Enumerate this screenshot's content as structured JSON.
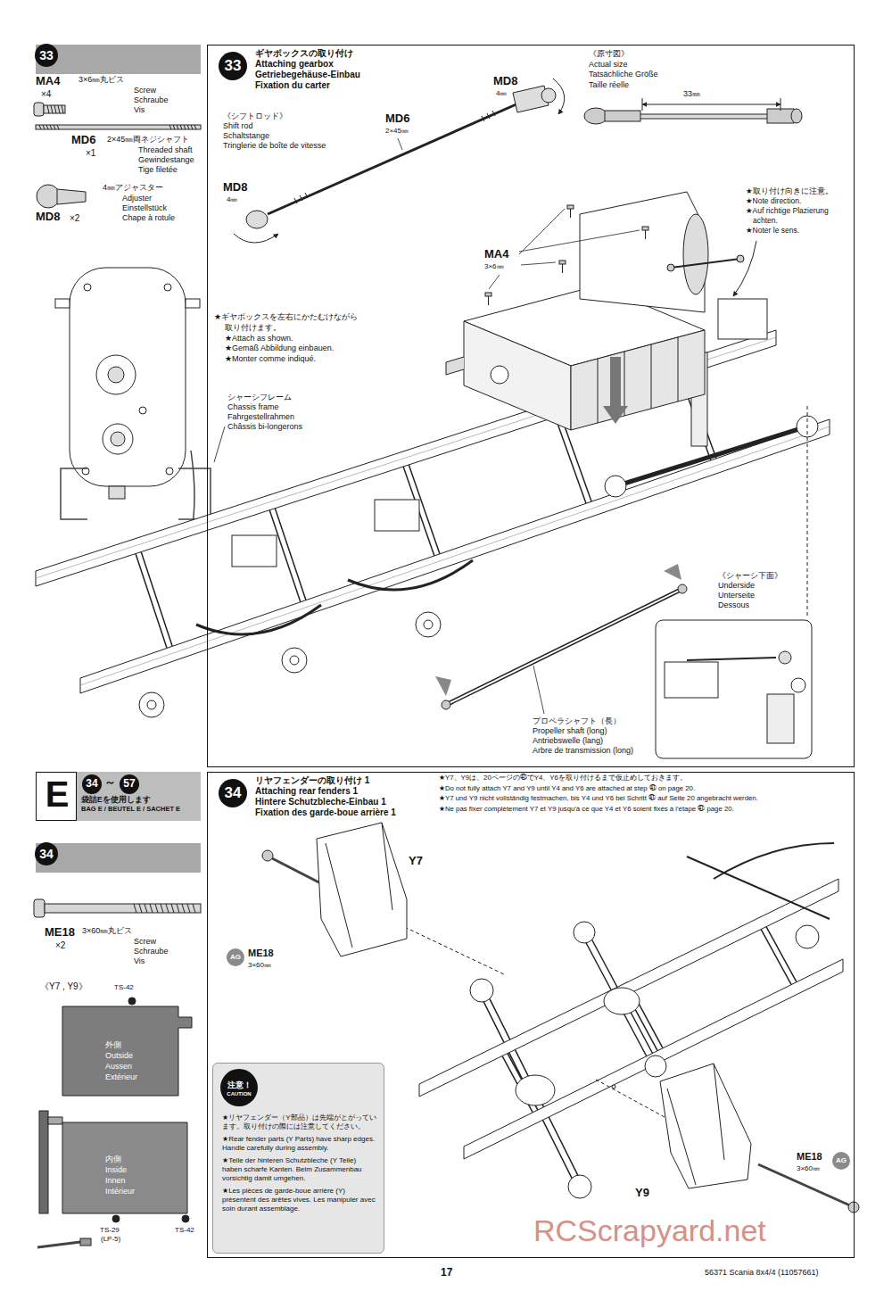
{
  "diagram": {
    "nodes": [
      {
        "text": [
          "33"
        ]
      },
      {
        "text": [
          "33",
          "ギヤボックスの取り付け",
          "Attaching gearbox",
          "Getriebegehäuse-Einbau",
          "Fixation du carter"
        ]
      },
      {
        "text": [
          "E"
        ]
      },
      {
        "text": [
          "34",
          "～",
          "57",
          "袋詰Eを使用します",
          "BAG E / BEUTEL E / SACHET E"
        ]
      },
      {
        "text": [
          "34"
        ]
      },
      {
        "text": [
          "34",
          "リヤフェンダーの取り付け 1",
          "Attaching rear fenders 1",
          "Hintere Schutzbleche-Einbau 1",
          "Fixation des garde-boue arrière 1"
        ]
      },
      {
        "text": [
          "注意！",
          "CAUTION",
          "★リヤフェンダー（Y部品）は先端がとがっています。取り付けの際には注意してください。",
          "★Rear fender parts (Y Parts) have sharp edges. Handle carefully during assembly.",
          "★Teile der hinteren Schutzbleche (Y Teile) haben scharfe Kanten. Beim Zusammenbau vorsichtig damit umgehen.",
          "★Les pièces de garde-boue arrière (Y) présentent des arêtes vives. Les manipuler avec soin durant assemblage."
        ],
        "in": 5
      },
      {
        "text": [
          "AG"
        ],
        "in": 5
      },
      {
        "text": [
          "AG"
        ],
        "in": 5
      }
    ],
    "labels": [
      "MA4",
      "×4",
      "3×6㎜丸ビス",
      "Screw",
      "Schraube",
      "Vis",
      "MD6",
      "×1",
      "2×45㎜両ネジシャフト",
      "Threaded shaft",
      "Gewindestange",
      "Tige filetée",
      "MD8",
      "×2",
      "4㎜アジャスター",
      "Adjuster",
      "Einstellstück",
      "Chape à rotule",
      "★ギヤボックスを左右にかたむけながら",
      "取り付けます。",
      "★Attach as shown.",
      "★Gemäß Abbildung einbauen.",
      "★Monter comme indiqué.",
      "シャーシフレーム",
      "Chassis frame",
      "Fahrgestellrahmen",
      "Châssis bi-longerons",
      "《シフトロッド》",
      "Shift rod",
      "Schaltstange",
      "Tringlerie de boîte de vitesse",
      "MD6",
      "2×45㎜",
      "MD8",
      "4㎜",
      "MD8",
      "4㎜",
      "MA4",
      "3×6㎜",
      "《原寸図》",
      "Actual size",
      "Tatsächliche Größe",
      "Taille réelle",
      "33㎜",
      "★取り付け向きに注意。",
      "★Note direction.",
      "★Auf richtige Plazierung",
      "achten.",
      "★Noter le sens.",
      "《シャーシ下面》",
      "Underside",
      "Unterseite",
      "Dessous",
      "プロペラシャフト（長）",
      "Propeller shaft (long)",
      "Antriebswelle (lang)",
      "Arbre de transmission (long)",
      "ME18",
      "×2",
      "3×60㎜丸ビス",
      "Screw",
      "Schraube",
      "Vis",
      "《Y7 , Y9》",
      "TS-42",
      "外側",
      "Outside",
      "Aussen",
      "Extérieur",
      "内側",
      "Inside",
      "Innen",
      "Intérieur",
      "TS-29",
      "(LP-5)",
      "TS-42",
      "★Y7、Y9は、20ページの㊶でY4、Y6を取り付けるまで仮止めしておきます。",
      "★Do not fully attach Y7 and Y9 until Y4 and Y6 are attached at step ㊶ on page 20.",
      "★Y7 und Y9 nicht vollständig festmachen, bis Y4 und Y6 bei Schritt ㊶ auf Seite 20 angebracht werden.",
      "★Ne pas fixer complètement Y7 et Y9 jusqu'à ce que Y4 et Y6 soient fixés à l'étape ㊶ page 20.",
      "Y7",
      "ME18",
      "3×60㎜",
      "Y9",
      "ME18",
      "3×60㎜",
      "17",
      "56371 Scania 8x4/4 (11057661)",
      "RCScrapyard.net"
    ]
  }
}
